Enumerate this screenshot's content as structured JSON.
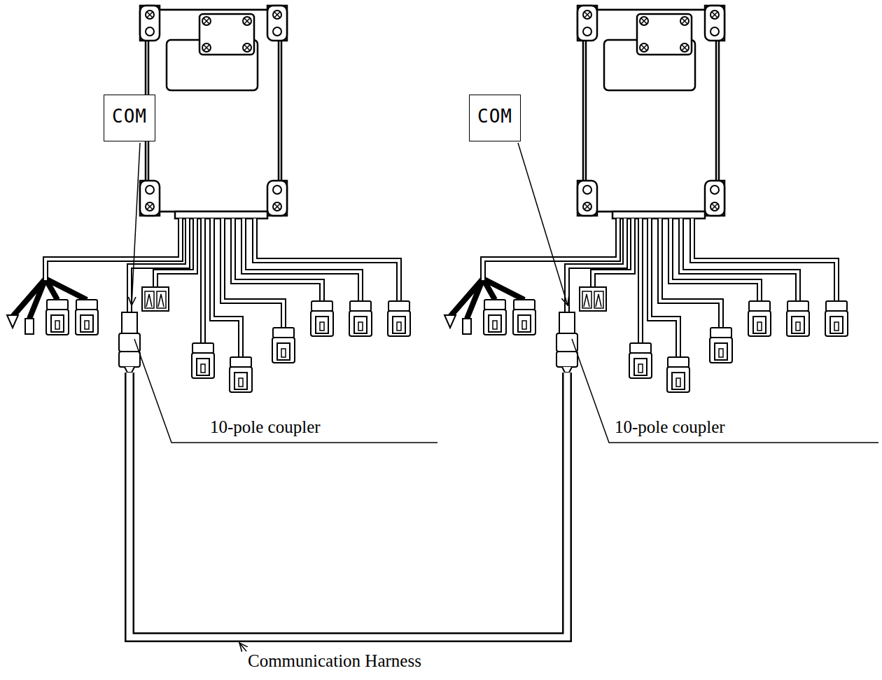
{
  "diagram": {
    "nodes": [
      {
        "text": [
          "COM"
        ]
      },
      {
        "text": [
          "COM"
        ]
      }
    ],
    "labels": [
      "10-pole coupler",
      "10-pole coupler",
      "Communication Harness"
    ]
  }
}
